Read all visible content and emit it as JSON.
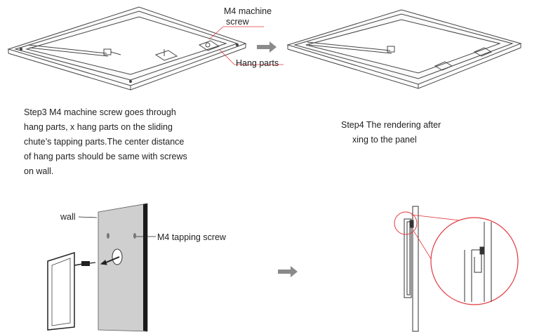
{
  "labels": {
    "m4_machine_screw_line1": "M4 machine",
    "m4_machine_screw_line2": "screw",
    "hang_parts": "Hang parts",
    "wall": "wall",
    "m4_tapping_screw": "M4 tapping screw"
  },
  "step3": {
    "lines": [
      "Step3   M4 machine screw goes through",
      "hang parts, x hang parts on the sliding",
      "chute’s tapping parts.The center distance",
      "of hang parts should be same with screws",
      " on wall."
    ]
  },
  "step4": {
    "lines": [
      "Step4   The rendering after",
      "xing to the panel"
    ]
  },
  "colors": {
    "leader_red": "#e0383f",
    "arrow_gray": "#8a8a8a",
    "wall_gray": "#cfcfcf",
    "line_dark": "#333333"
  }
}
